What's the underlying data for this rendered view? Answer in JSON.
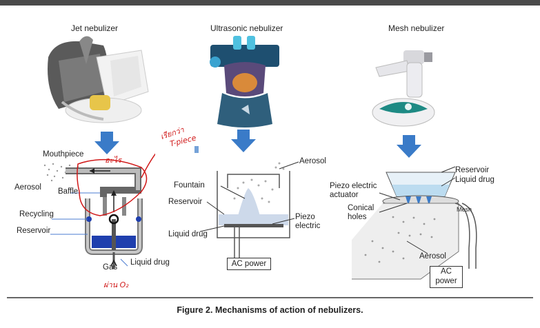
{
  "titles": {
    "jet": "Jet nebulizer",
    "ultrasonic": "Ultrasonic nebulizer",
    "mesh": "Mesh nebulizer"
  },
  "jet_labels": {
    "mouthpiece": "Mouthpiece",
    "aerosol": "Aerosol",
    "baffle": "Baffle",
    "recycling": "Recycling",
    "reservoir": "Reservoir",
    "gas": "Gas",
    "liquid_drug": "Liquid drug"
  },
  "ultrasonic_labels": {
    "aerosol": "Aerosol",
    "fountain": "Fountain",
    "reservoir": "Reservoir",
    "piezo_line1": "Piezo",
    "piezo_line2": "electric",
    "liquid_drug": "Liquid drug",
    "ac_power": "AC power"
  },
  "mesh_labels": {
    "reservoir": "Reservoir",
    "liquid_drug": "Liquid drug",
    "piezo_line1": "Piezo electric",
    "piezo_line2": "actuator",
    "conical_line1": "Conical",
    "conical_line2": "holes",
    "mesh": "Mesh",
    "aerosol": "Aerosol",
    "ac_line1": "AC",
    "ac_line2": "power"
  },
  "annotations": {
    "note_jet": "อะไร",
    "note_top_line1": "เรียกว่า",
    "note_top_line2": "T-piece",
    "note_gas": "ผ่าน O₂"
  },
  "caption": "Figure 2. Mechanisms of action of nebulizers.",
  "colors": {
    "arrow": "#3a7bc8",
    "reservoir_liquid": "#1f3fae",
    "annotation": "#d01818"
  }
}
